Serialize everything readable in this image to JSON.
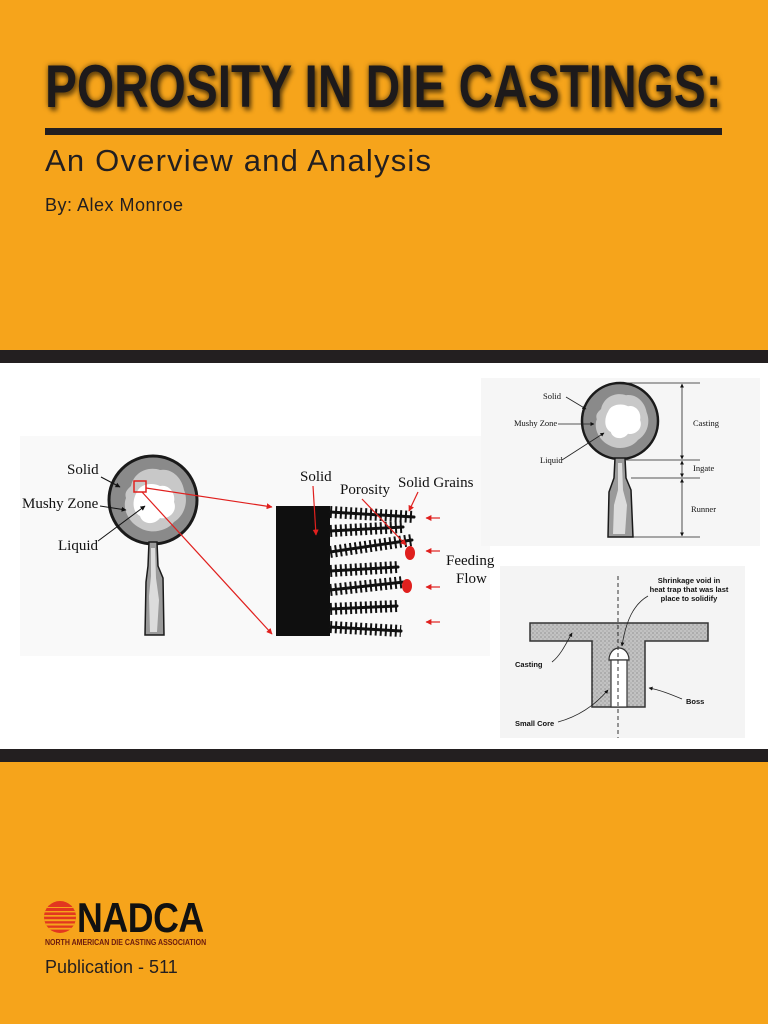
{
  "cover": {
    "title": "POROSITY IN DIE CASTINGS:",
    "subtitle": "An Overview and Analysis",
    "author": "By: Alex Monroe"
  },
  "figure_solidification": {
    "solid": "Solid",
    "mushy_zone": "Mushy Zone",
    "liquid": "Liquid"
  },
  "figure_dendrite_detail": {
    "solid": "Solid",
    "porosity": "Porosity",
    "solid_grains": "Solid Grains",
    "feeding_flow": [
      "Feeding",
      "Flow"
    ]
  },
  "figure_casting_layout": {
    "solid": "Solid",
    "mushy_zone": "Mushy Zone",
    "liquid": "Liquid",
    "casting": "Casting",
    "ingate": "Ingate",
    "runner": "Runner"
  },
  "figure_shrinkage_void": {
    "callout": [
      "Shrinkage void in",
      "heat trap that was last",
      "place to solidify"
    ],
    "casting": "Casting",
    "boss": "Boss",
    "small_core": "Small Core"
  },
  "publisher": {
    "logo_icon": "striped-sphere-icon",
    "logo_text": "NADCA",
    "full_name": "NORTH AMERICAN DIE CASTING ASSOCIATION",
    "publication": "Publication - 511"
  },
  "colors": {
    "background": "#F6A41B",
    "band": "#231F20",
    "text": "#231F20",
    "logo_red": "#E2371F",
    "highlight_red": "#E0201E"
  }
}
